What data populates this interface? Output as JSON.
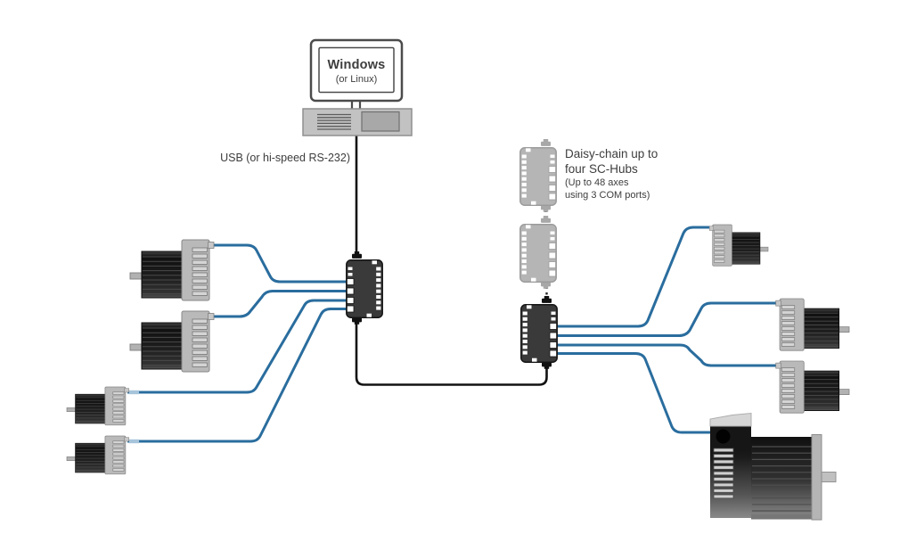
{
  "computer": {
    "os_primary": "Windows",
    "os_secondary": "(or Linux)"
  },
  "labels": {
    "usb": "USB (or hi-speed RS-232)"
  },
  "daisy_chain_note": {
    "line1": "Daisy-chain up to",
    "line2": "four SC-Hubs",
    "line3": "(Up to 48 axes",
    "line4": "using 3 COM ports)"
  },
  "colors": {
    "wire_blue": "#2a6d9e",
    "cable_black": "#121212",
    "hub_dark": "#3a3a3a",
    "hub_ghost": "#b5b5b5",
    "motor_gray": "#b9b9b9",
    "text": "#3d3d3d",
    "background": "#ffffff"
  }
}
